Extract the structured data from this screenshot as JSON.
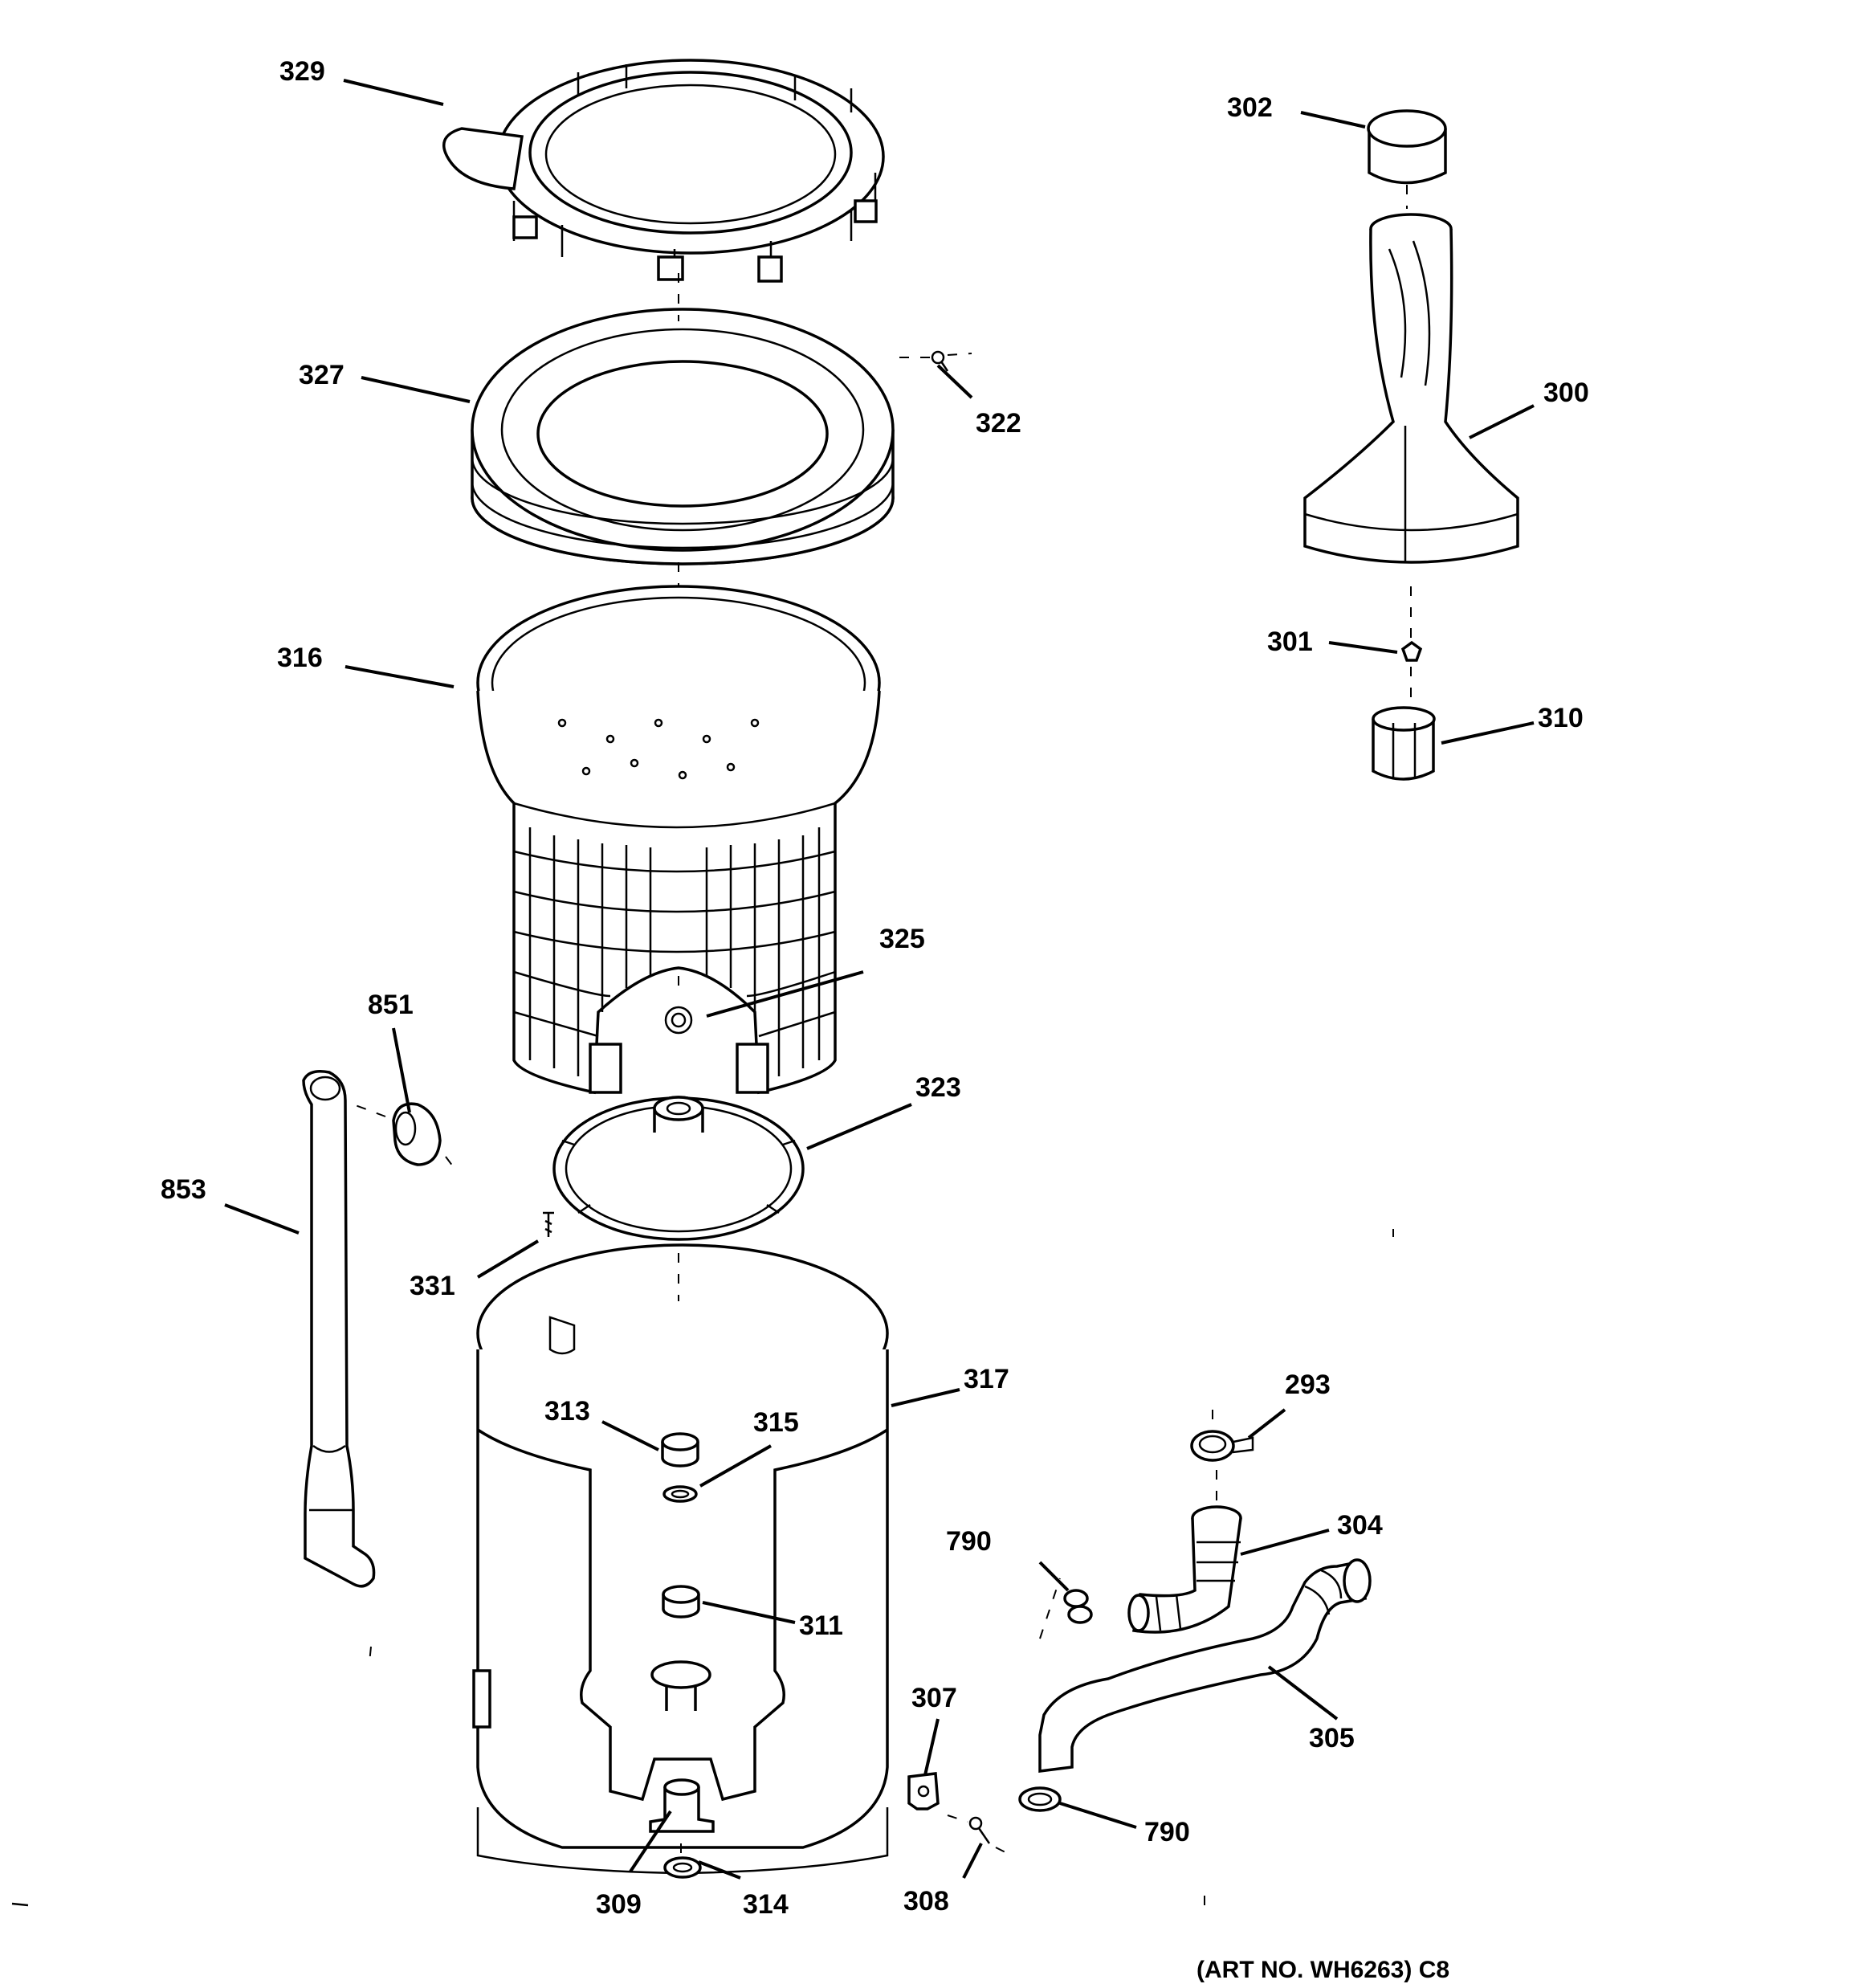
{
  "diagram": {
    "parts": [
      {
        "id": "p329",
        "label": "329"
      },
      {
        "id": "p327",
        "label": "327"
      },
      {
        "id": "p322",
        "label": "322"
      },
      {
        "id": "p316",
        "label": "316"
      },
      {
        "id": "p325",
        "label": "325"
      },
      {
        "id": "p851",
        "label": "851"
      },
      {
        "id": "p853",
        "label": "853"
      },
      {
        "id": "p323",
        "label": "323"
      },
      {
        "id": "p331",
        "label": "331"
      },
      {
        "id": "p317",
        "label": "317"
      },
      {
        "id": "p313",
        "label": "313"
      },
      {
        "id": "p315",
        "label": "315"
      },
      {
        "id": "p311",
        "label": "311"
      },
      {
        "id": "p309",
        "label": "309"
      },
      {
        "id": "p314",
        "label": "314"
      },
      {
        "id": "p307",
        "label": "307"
      },
      {
        "id": "p308",
        "label": "308"
      },
      {
        "id": "p302",
        "label": "302"
      },
      {
        "id": "p300",
        "label": "300"
      },
      {
        "id": "p301",
        "label": "301"
      },
      {
        "id": "p310",
        "label": "310"
      },
      {
        "id": "p293",
        "label": "293"
      },
      {
        "id": "p304",
        "label": "304"
      },
      {
        "id": "p790a",
        "label": "790"
      },
      {
        "id": "p305",
        "label": "305"
      },
      {
        "id": "p790b",
        "label": "790"
      }
    ],
    "art_number": "(ART NO. WH6263) C8"
  }
}
